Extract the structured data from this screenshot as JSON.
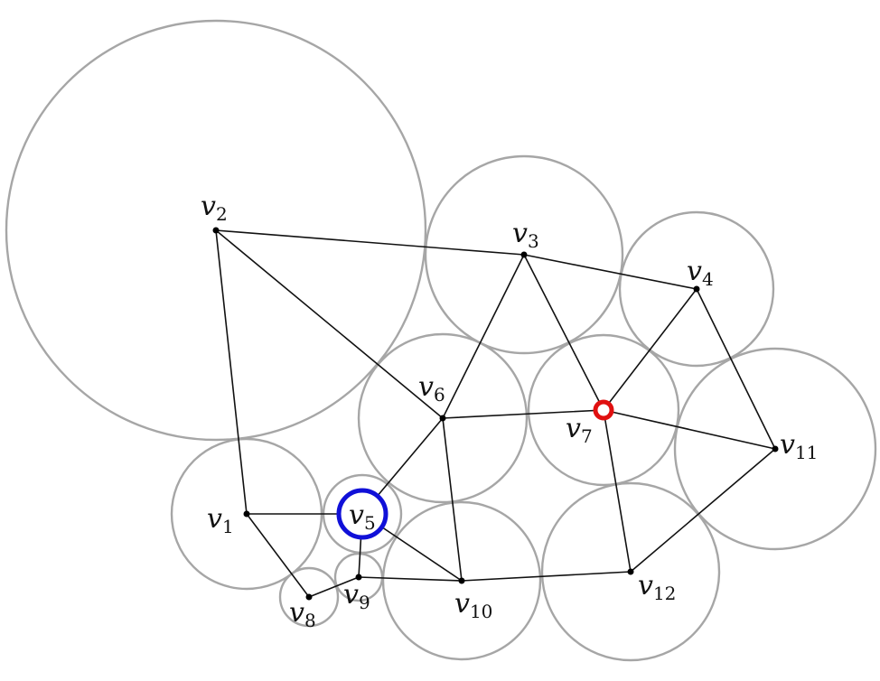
{
  "graph": {
    "colors": {
      "circle": "#a6a6a6",
      "edge": "#111111",
      "vertex": "#000000",
      "highlight_blue": "#1010d8",
      "highlight_red": "#e01010"
    },
    "vertices": [
      {
        "id": "v1",
        "base": "v",
        "sub": "1"
      },
      {
        "id": "v2",
        "base": "v",
        "sub": "2"
      },
      {
        "id": "v3",
        "base": "v",
        "sub": "3"
      },
      {
        "id": "v4",
        "base": "v",
        "sub": "4"
      },
      {
        "id": "v5",
        "base": "v",
        "sub": "5",
        "highlight": "blue"
      },
      {
        "id": "v6",
        "base": "v",
        "sub": "6"
      },
      {
        "id": "v7",
        "base": "v",
        "sub": "7",
        "highlight": "red"
      },
      {
        "id": "v8",
        "base": "v",
        "sub": "8"
      },
      {
        "id": "v9",
        "base": "v",
        "sub": "9"
      },
      {
        "id": "v10",
        "base": "v",
        "sub": "10"
      },
      {
        "id": "v11",
        "base": "v",
        "sub": "11"
      },
      {
        "id": "v12",
        "base": "v",
        "sub": "12"
      }
    ],
    "edges": [
      [
        "v2",
        "v3"
      ],
      [
        "v3",
        "v4"
      ],
      [
        "v2",
        "v1"
      ],
      [
        "v2",
        "v6"
      ],
      [
        "v3",
        "v6"
      ],
      [
        "v3",
        "v7"
      ],
      [
        "v4",
        "v7"
      ],
      [
        "v4",
        "v11"
      ],
      [
        "v6",
        "v7"
      ],
      [
        "v7",
        "v11"
      ],
      [
        "v7",
        "v12"
      ],
      [
        "v6",
        "v10"
      ],
      [
        "v6",
        "v5"
      ],
      [
        "v1",
        "v5"
      ],
      [
        "v1",
        "v8"
      ],
      [
        "v5",
        "v9"
      ],
      [
        "v5",
        "v10"
      ],
      [
        "v8",
        "v9"
      ],
      [
        "v9",
        "v10"
      ],
      [
        "v10",
        "v12"
      ],
      [
        "v12",
        "v11"
      ]
    ]
  }
}
